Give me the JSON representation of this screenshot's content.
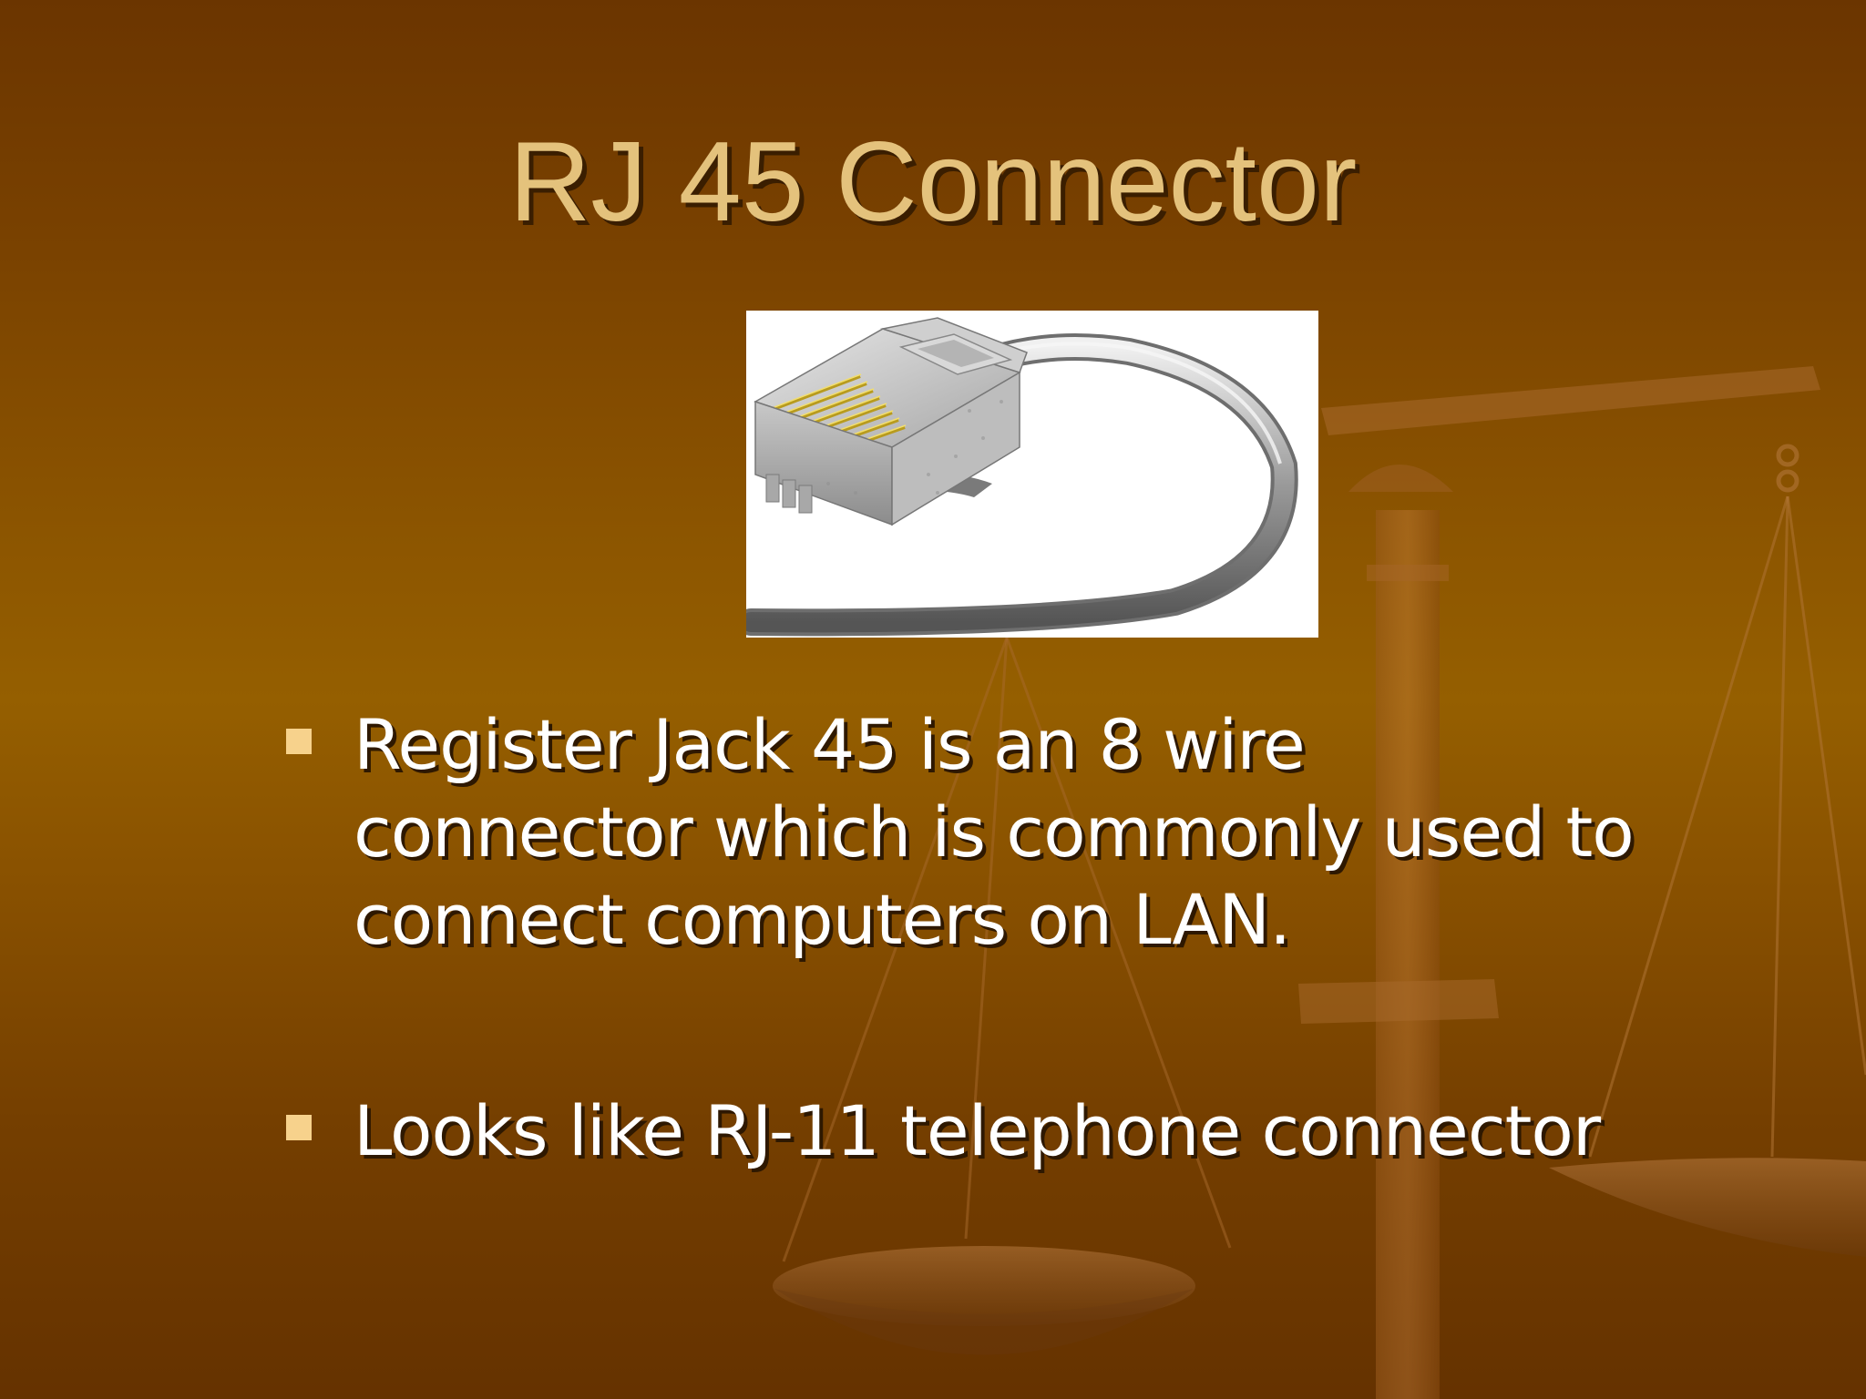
{
  "slide": {
    "title": "RJ 45 Connector",
    "image_subject": "rj45-connector-with-cable",
    "bullets": [
      {
        "text": "Register Jack 45 is an 8 wire connector which is commonly used to connect computers on LAN."
      },
      {
        "text": "Looks like RJ-11 telephone connector"
      }
    ]
  },
  "colors": {
    "background_dark": "#6b3500",
    "background_mid": "#955f00",
    "title": "#e4c27c",
    "body_text": "#ffffff",
    "bullet_marker": "#f7d28c"
  },
  "decoration": {
    "background_icon": "scales-of-justice-icon"
  }
}
